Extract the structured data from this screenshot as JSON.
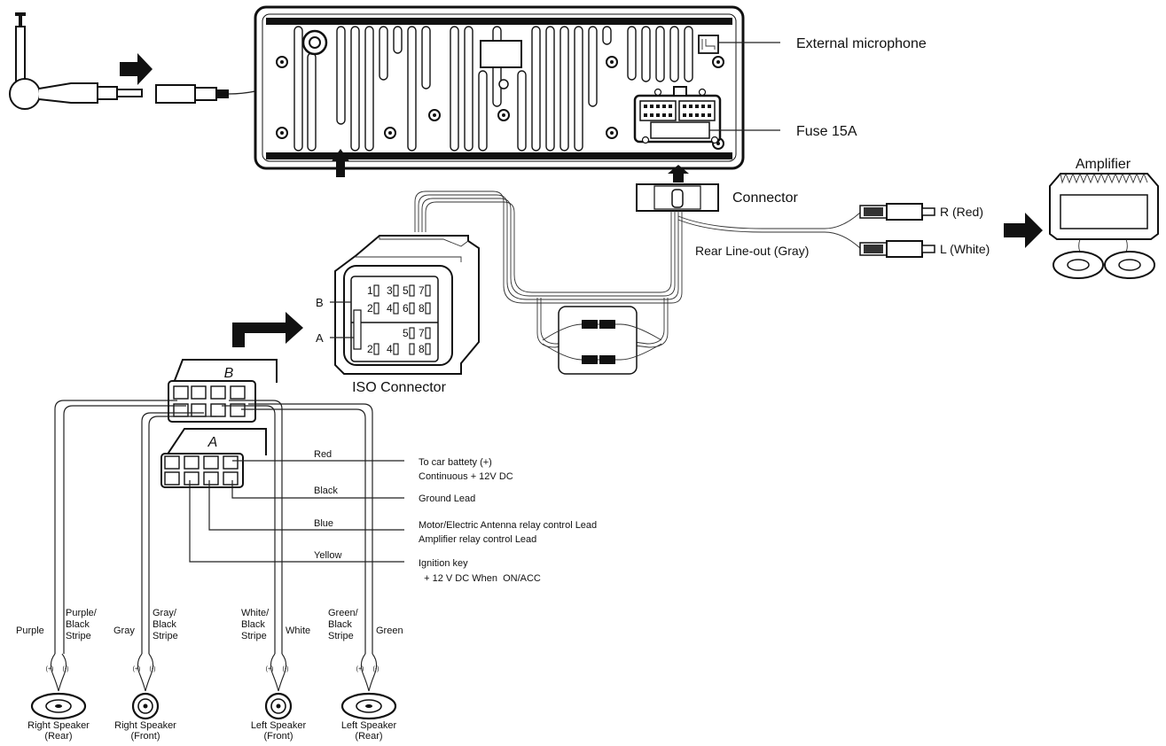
{
  "head_unit": {
    "external_microphone": "External microphone",
    "fuse": "Fuse 15A"
  },
  "connector": {
    "label": "Connector",
    "rear_line_out": "Rear Line-out (Gray)",
    "rca_right": "R (Red)",
    "rca_left": "L (White)"
  },
  "amplifier": {
    "label": "Amplifier"
  },
  "iso": {
    "label": "ISO Connector",
    "block_b": "B",
    "block_a": "A",
    "pins_b_top": [
      "1",
      "3",
      "5",
      "7"
    ],
    "pins_b_bottom": [
      "2",
      "4",
      "6",
      "8"
    ],
    "pins_a_top": [
      "5",
      "7"
    ],
    "pins_a_bottom": [
      "2",
      "4",
      "8"
    ]
  },
  "plug": {
    "block_b": "B",
    "block_a": "A"
  },
  "power_wires": [
    {
      "color": "Red",
      "desc_lines": [
        "To car battety (+)",
        "Continuous  + 12V DC"
      ]
    },
    {
      "color": "Black",
      "desc_lines": [
        "Ground Lead"
      ]
    },
    {
      "color": "Blue",
      "desc_lines": [
        "Motor/Electric Antenna relay control Lead",
        "Amplifier relay control Lead"
      ]
    },
    {
      "color": "Yellow",
      "desc_lines": [
        "Ignition key",
        "  + 12 V DC When  ON/ACC"
      ]
    }
  ],
  "speaker_wires": [
    [
      "Purple"
    ],
    [
      "Purple/",
      "Black",
      "Stripe"
    ],
    [
      "Gray"
    ],
    [
      "Gray/",
      "Black",
      "Stripe"
    ],
    [
      "White/",
      "Black",
      "Stripe"
    ],
    [
      "White"
    ],
    [
      "Green/",
      "Black",
      "Stripe"
    ],
    [
      "Green"
    ]
  ],
  "polarity": {
    "plus": "(+)",
    "minus": "(-)"
  },
  "speakers": [
    [
      "Right Speaker",
      "(Rear)"
    ],
    [
      "Right Speaker",
      "(Front)"
    ],
    [
      "Left Speaker",
      "(Front)"
    ],
    [
      "Left Speaker",
      "(Rear)"
    ]
  ]
}
